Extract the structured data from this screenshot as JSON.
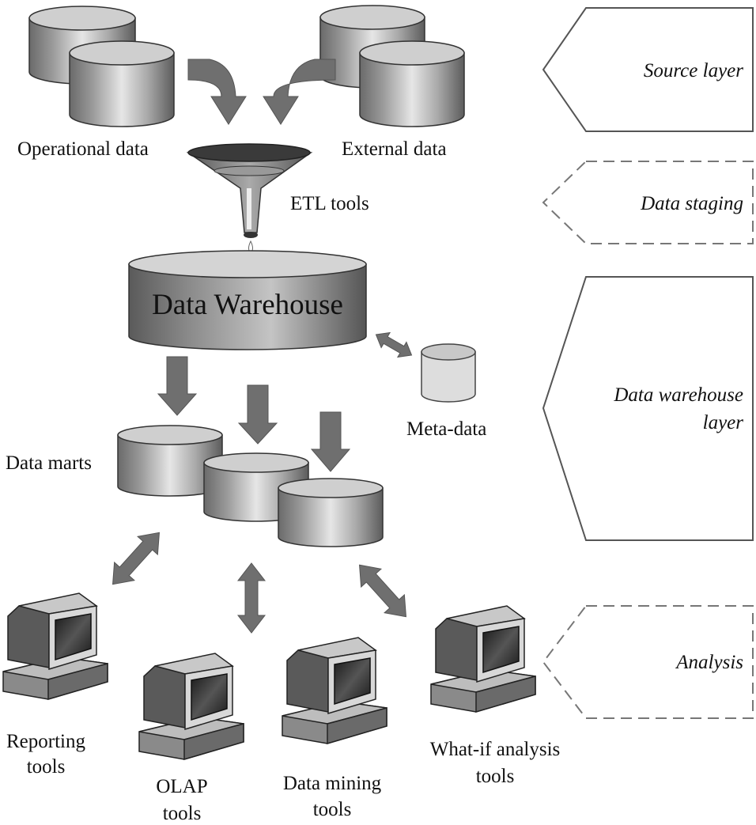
{
  "colors": {
    "cylinder_light": "#e8e8e8",
    "cylinder_dark": "#707070",
    "cylinder_top": "#cfcfcf",
    "arrow": "#6f6f6f",
    "outline": "#333333",
    "metadata_fill": "#dddddd",
    "background": "#ffffff"
  },
  "sources": {
    "operational_label": "Operational data",
    "external_label": "External data"
  },
  "etl": {
    "label": "ETL tools"
  },
  "warehouse": {
    "label": "Data Warehouse"
  },
  "metadata": {
    "label": "Meta-data"
  },
  "data_marts": {
    "label": "Data marts"
  },
  "tools": [
    {
      "line1": "Reporting",
      "line2": "tools"
    },
    {
      "line1": "OLAP",
      "line2": "tools"
    },
    {
      "line1": "Data mining",
      "line2": "tools"
    },
    {
      "line1": "What-if analysis",
      "line2": "tools"
    }
  ],
  "layers": [
    {
      "line1": "Source layer",
      "line2": "",
      "border": "solid"
    },
    {
      "line1": "Data staging",
      "line2": "",
      "border": "dashed"
    },
    {
      "line1": "Data warehouse",
      "line2": "layer",
      "border": "solid"
    },
    {
      "line1": "Analysis",
      "line2": "",
      "border": "dashed"
    }
  ],
  "icons": [
    "database-cylinder-icon",
    "funnel-icon",
    "computer-icon",
    "arrow-icon"
  ]
}
